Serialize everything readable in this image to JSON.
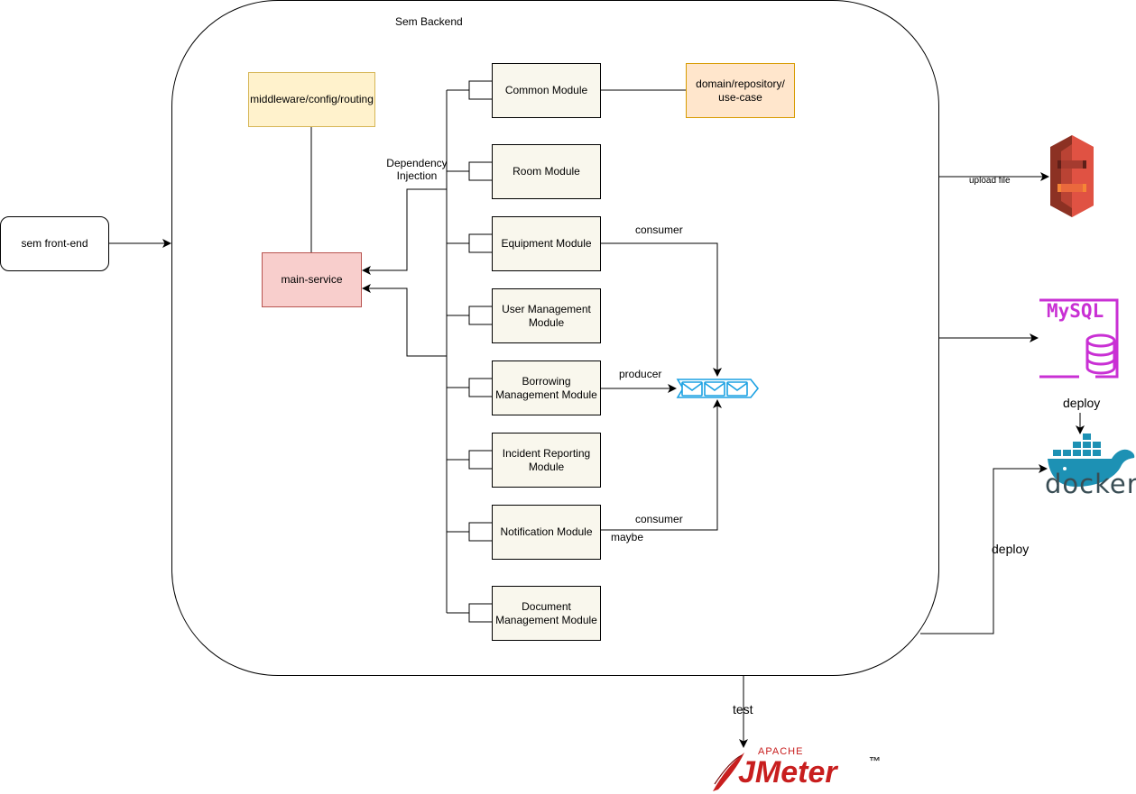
{
  "backend": {
    "title": "Sem Backend"
  },
  "frontend": {
    "label": "sem front-end"
  },
  "middleware": {
    "label": "middleware/config/routing"
  },
  "main_service": {
    "label": "main-service"
  },
  "domain": {
    "label": "domain/repository/\nuse-case"
  },
  "dependency_injection": {
    "label": "Dependency\nInjection"
  },
  "modules": {
    "common": "Common Module",
    "room": "Room Module",
    "equipment": "Equipment Module",
    "user": "User Management\nModule",
    "borrowing": "Borrowing\nManagement Module",
    "incident": "Incident Reporting\nModule",
    "notification": "Notification Module",
    "document": "Document\nManagement Module"
  },
  "edges": {
    "consumer_top": "consumer",
    "producer": "producer",
    "consumer_bottom": "consumer",
    "maybe": "maybe",
    "upload_file": "upload file",
    "deploy_mysql": "deploy",
    "deploy_backend": "deploy",
    "test": "test"
  },
  "logos": {
    "mysql": "MySQL",
    "docker": "docker",
    "jmeter_top": "APACHE",
    "jmeter": "JMeter",
    "tm": "™"
  },
  "colors": {
    "yellow_fill": "#fff2cc",
    "orange_fill": "#ffe6cc",
    "red_fill": "#f8cecc",
    "module_fill": "#f9f7ed",
    "s3_red": "#e05243",
    "mysql_magenta": "#c930d4",
    "docker_blue": "#1d91b4",
    "queue_blue": "#1ba1e2"
  }
}
